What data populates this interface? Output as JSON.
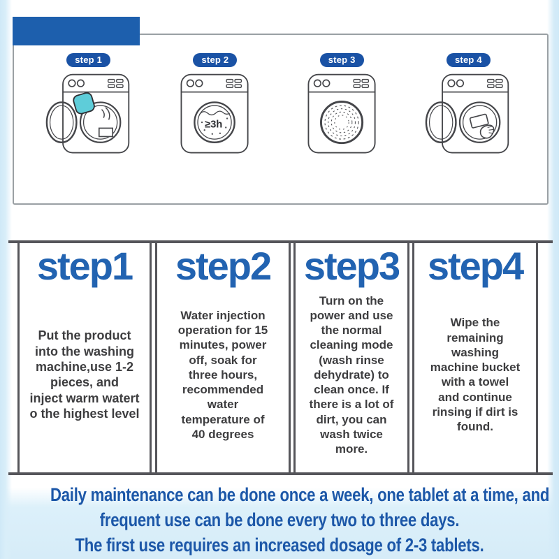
{
  "colors": {
    "accent_bar_blue": "#1d5fad",
    "badge_blue": "#1a52a5",
    "heading_blue": "#2263b1",
    "footer_text_blue": "#1c57a8",
    "body_text_gray": "#3d3d3f",
    "table_border_gray": "#55555a",
    "panel_border_gray": "#9aa0a4",
    "edge_background_blue": "#cfe9f7",
    "tablet_teal": "#5ecdd9"
  },
  "steps_panel": {
    "badges": [
      "step 1",
      "step 2",
      "step 3",
      "step 4"
    ],
    "machines": [
      {
        "icon": "washing-machine-open-door-tablet-icon"
      },
      {
        "icon": "washing-machine-soaking-icon",
        "drum_label": "≥3h"
      },
      {
        "icon": "washing-machine-spinning-icon"
      },
      {
        "icon": "washing-machine-wipe-towel-icon"
      }
    ]
  },
  "steps": [
    {
      "heading": "step1",
      "body": "Put the product\ninto the washing\nmachine,use 1-2\npieces, and\ninject warm watert\no the highest level"
    },
    {
      "heading": "step2",
      "body": "Water injection\noperation for 15\nminutes, power\noff, soak for\nthree hours,\nrecommended\nwater\ntemperature of\n40 degrees"
    },
    {
      "heading": "step3",
      "body": "Turn on the\npower and use\nthe normal\ncleaning mode\n(wash rinse\ndehydrate) to\nclean once. If\nthere is a lot of\ndirt, you can\nwash twice\nmore."
    },
    {
      "heading": "step4",
      "body": "Wipe the\nremaining\nwashing\nmachine bucket\nwith a towel\nand continue\nrinsing if dirt is\nfound."
    }
  ],
  "footer": {
    "lines": [
      "Daily maintenance can be done once a week, one tablet at a time, and",
      "frequent use can be done every two to three days.",
      "The first use requires an increased dosage of 2-3 tablets."
    ]
  }
}
